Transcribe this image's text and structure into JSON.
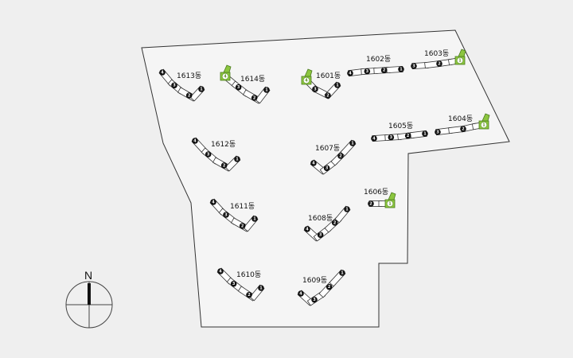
{
  "colors": {
    "background": "#efefef",
    "site_fill": "#f5f5f5",
    "site_outline": "#333333",
    "highlight": "#8cc63f",
    "unit_outline": "#333333"
  },
  "compass": {
    "label": "N",
    "icon": "north-arrow-icon"
  },
  "buildings": [
    {
      "id": "1613",
      "label": "1613동",
      "lines": [
        4,
        3,
        2,
        1
      ],
      "highlight": []
    },
    {
      "id": "1614",
      "label": "1614동",
      "lines": [
        4,
        3,
        2,
        1
      ],
      "highlight": [
        4
      ]
    },
    {
      "id": "1601",
      "label": "1601동",
      "lines": [
        4,
        3,
        2,
        1
      ],
      "highlight": [
        4
      ]
    },
    {
      "id": "1602",
      "label": "1602동",
      "lines": [
        4,
        3,
        2,
        1
      ],
      "highlight": []
    },
    {
      "id": "1603",
      "label": "1603동",
      "lines": [
        3,
        2,
        1
      ],
      "highlight": [
        1
      ]
    },
    {
      "id": "1605",
      "label": "1605동",
      "lines": [
        4,
        3,
        2,
        1
      ],
      "highlight": []
    },
    {
      "id": "1604",
      "label": "1604동",
      "lines": [
        3,
        2,
        1
      ],
      "highlight": [
        1
      ]
    },
    {
      "id": "1612",
      "label": "1612동",
      "lines": [
        4,
        3,
        2,
        1
      ],
      "highlight": []
    },
    {
      "id": "1607",
      "label": "1607동",
      "lines": [
        4,
        3,
        2,
        1
      ],
      "highlight": []
    },
    {
      "id": "1606",
      "label": "1606동",
      "lines": [
        2,
        1
      ],
      "highlight": [
        1
      ]
    },
    {
      "id": "1611",
      "label": "1611동",
      "lines": [
        4,
        3,
        2,
        1
      ],
      "highlight": []
    },
    {
      "id": "1608",
      "label": "1608동",
      "lines": [
        4,
        3,
        2,
        1
      ],
      "highlight": []
    },
    {
      "id": "1610",
      "label": "1610동",
      "lines": [
        4,
        3,
        2,
        1
      ],
      "highlight": []
    },
    {
      "id": "1609",
      "label": "1609동",
      "lines": [
        4,
        3,
        2,
        1
      ],
      "highlight": []
    }
  ]
}
